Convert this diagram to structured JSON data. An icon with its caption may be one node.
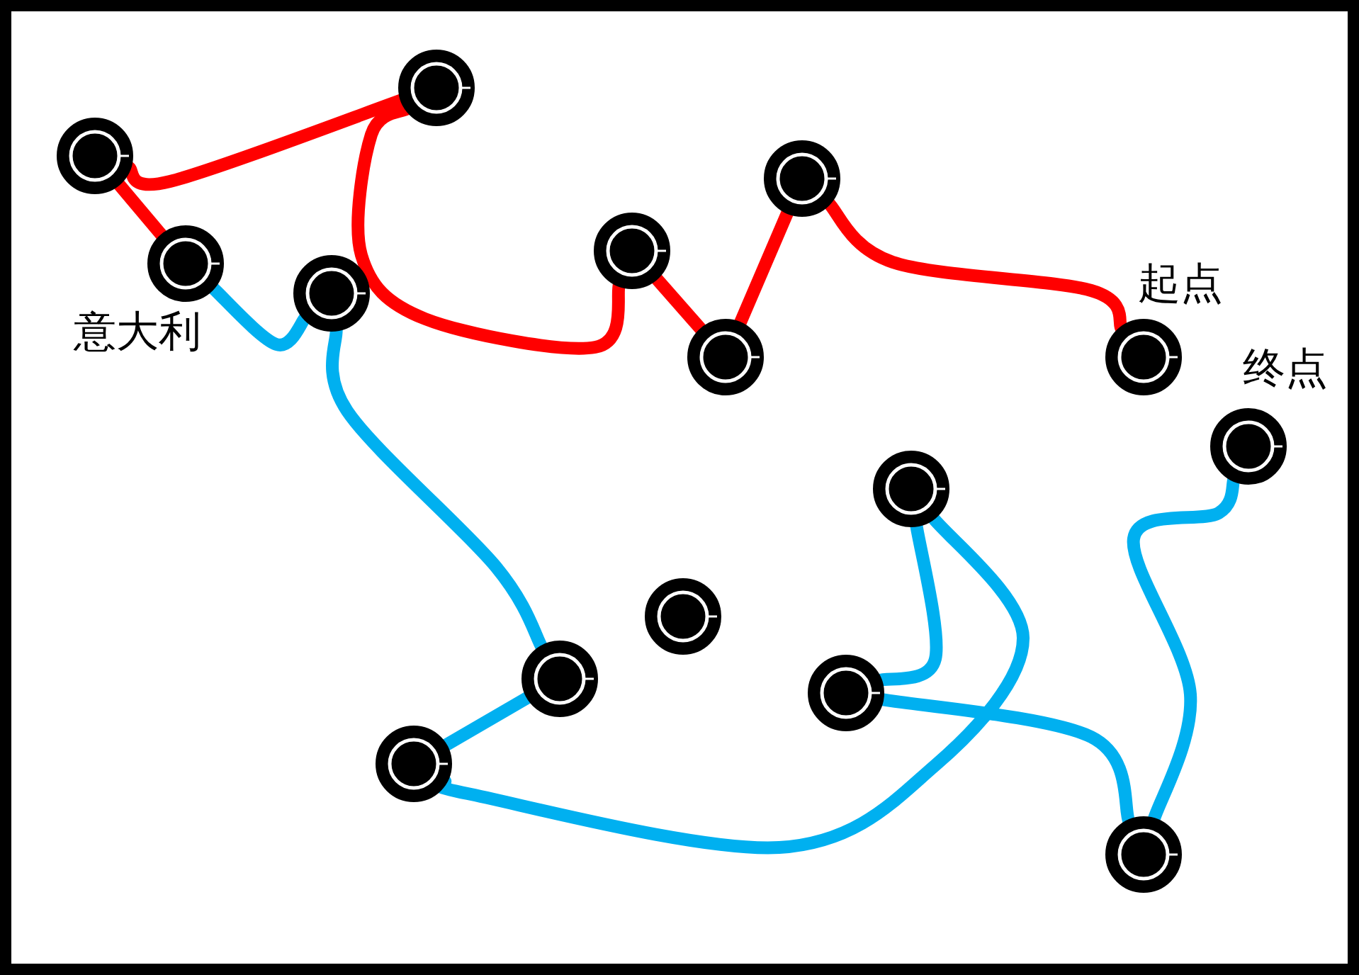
{
  "diagram": {
    "nodes": [
      {
        "text": [],
        "shape": "circle"
      },
      {
        "text": [],
        "shape": "circle"
      },
      {
        "text": [],
        "shape": "circle",
        "beside": [
          "意大利"
        ]
      },
      {
        "text": [],
        "shape": "circle"
      },
      {
        "text": [],
        "shape": "circle"
      },
      {
        "text": [],
        "shape": "circle"
      },
      {
        "text": [],
        "shape": "circle"
      },
      {
        "text": [],
        "shape": "circle",
        "beside": [
          "起点"
        ]
      },
      {
        "text": [],
        "shape": "circle",
        "beside": [
          "终点"
        ]
      },
      {
        "text": [],
        "shape": "circle"
      },
      {
        "text": [],
        "shape": "circle"
      },
      {
        "text": [],
        "shape": "circle"
      },
      {
        "text": [],
        "shape": "circle"
      },
      {
        "text": [],
        "shape": "circle"
      },
      {
        "text": [],
        "shape": "circle"
      }
    ],
    "edges": [
      {
        "from": 7,
        "to": 6,
        "arrow": "none",
        "color": "#ff0000"
      },
      {
        "from": 6,
        "to": 5,
        "arrow": "none",
        "color": "#ff0000"
      },
      {
        "from": 5,
        "to": 4,
        "arrow": "none",
        "color": "#ff0000"
      },
      {
        "from": 4,
        "to": 1,
        "arrow": "none",
        "color": "#ff0000"
      },
      {
        "from": 1,
        "to": 0,
        "arrow": "none",
        "color": "#ff0000"
      },
      {
        "from": 0,
        "to": 2,
        "arrow": "none",
        "color": "#ff0000"
      },
      {
        "from": 2,
        "to": 3,
        "arrow": "none"
      },
      {
        "from": 3,
        "to": 11,
        "arrow": "none"
      },
      {
        "from": 11,
        "to": 13,
        "arrow": "none"
      },
      {
        "from": 13,
        "to": 9,
        "arrow": "none"
      },
      {
        "from": 9,
        "to": 12,
        "arrow": "none"
      },
      {
        "from": 12,
        "to": 14,
        "arrow": "none"
      },
      {
        "from": 14,
        "to": 8,
        "arrow": "none"
      }
    ]
  }
}
